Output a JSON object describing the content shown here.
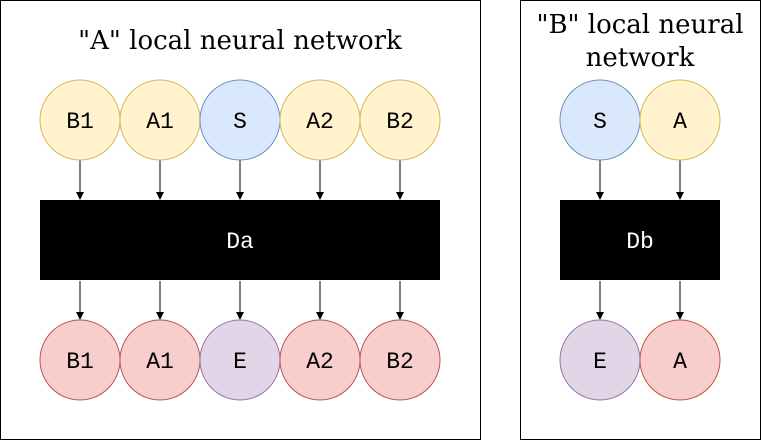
{
  "colors": {
    "input_fill": "#fff2cc",
    "input_stroke": "#d6b656",
    "state_fill": "#dae8fc",
    "state_stroke": "#6c8ebf",
    "output_fill": "#f8cecc",
    "output_stroke": "#b85450",
    "emitted_fill": "#e1d5e7",
    "emitted_stroke": "#9673a6",
    "block_fill": "#000000",
    "panel_stroke": "#000000"
  },
  "panel_a": {
    "title": "\"A\" local neural network",
    "inputs": [
      {
        "label": "B1",
        "kind": "input"
      },
      {
        "label": "A1",
        "kind": "input"
      },
      {
        "label": "S",
        "kind": "state"
      },
      {
        "label": "A2",
        "kind": "input"
      },
      {
        "label": "B2",
        "kind": "input"
      }
    ],
    "block": "Da",
    "outputs": [
      {
        "label": "B1",
        "kind": "output"
      },
      {
        "label": "A1",
        "kind": "output"
      },
      {
        "label": "E",
        "kind": "emitted"
      },
      {
        "label": "A2",
        "kind": "output"
      },
      {
        "label": "B2",
        "kind": "output"
      }
    ]
  },
  "panel_b": {
    "title_line1": "\"B\" local neural",
    "title_line2": "network",
    "inputs": [
      {
        "label": "S",
        "kind": "state"
      },
      {
        "label": "A",
        "kind": "input"
      }
    ],
    "block": "Db",
    "outputs": [
      {
        "label": "E",
        "kind": "emitted"
      },
      {
        "label": "A",
        "kind": "output"
      }
    ]
  }
}
